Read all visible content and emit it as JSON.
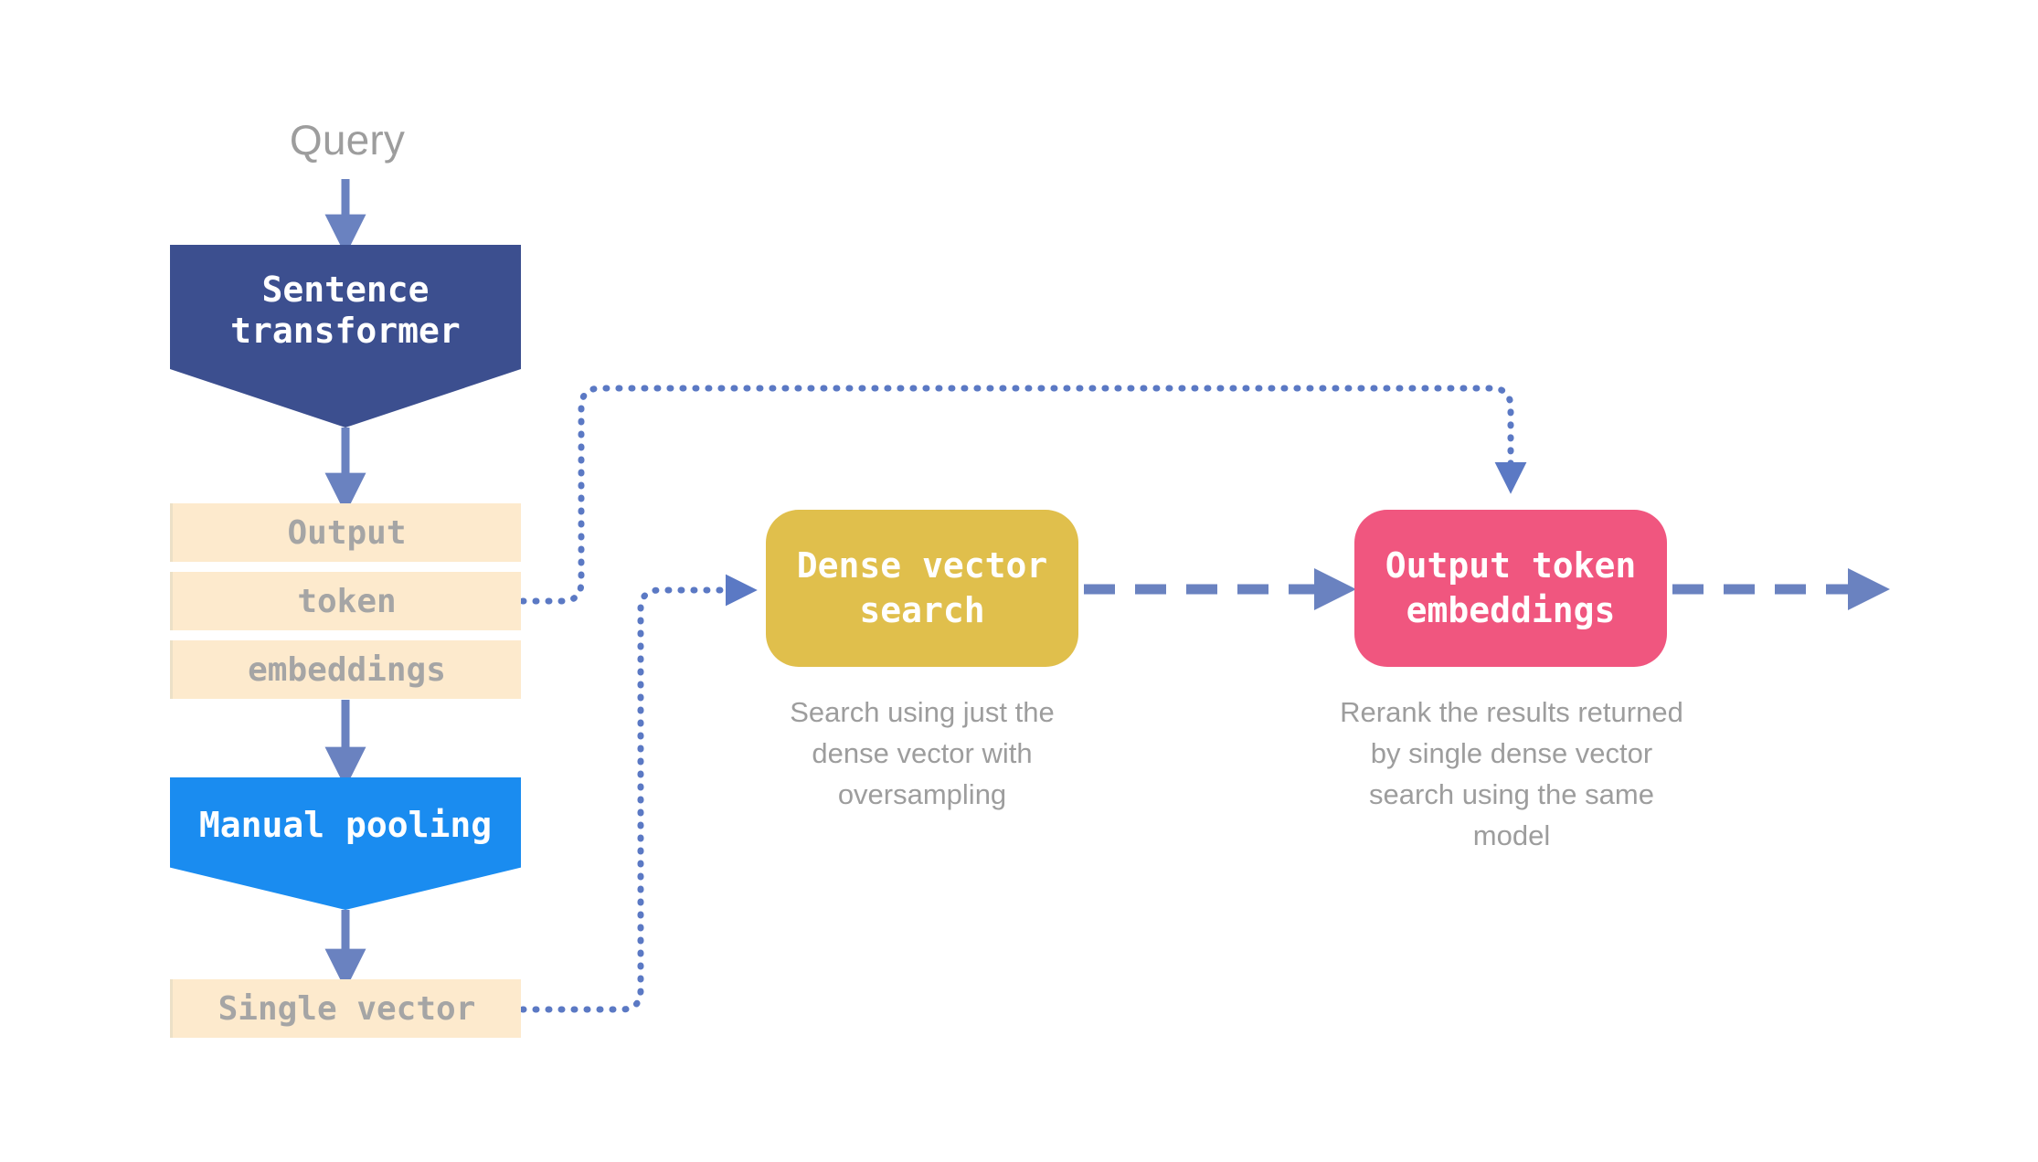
{
  "diagram": {
    "title_label": "Query",
    "nodes": {
      "sentence_transformer": {
        "label": "Sentence transformer",
        "shape": "chevron",
        "color": "#3c4f8f"
      },
      "output_token_bar_1": {
        "label": "Output",
        "shape": "bar",
        "color": "#fdeacd"
      },
      "output_token_bar_2": {
        "label": "token",
        "shape": "bar",
        "color": "#fdeacd"
      },
      "output_token_bar_3": {
        "label": "embeddings",
        "shape": "bar",
        "color": "#fdeacd"
      },
      "manual_pooling": {
        "label": "Manual pooling",
        "shape": "chevron",
        "color": "#1a8cf0"
      },
      "single_vector": {
        "label": "Single vector",
        "shape": "bar",
        "color": "#fdeacd"
      },
      "dense_vector_search": {
        "label": "Dense vector search",
        "shape": "rounded",
        "color": "#e0bf4c"
      },
      "output_token_embeddings": {
        "label": "Output token embeddings",
        "shape": "rounded",
        "color": "#f0567f"
      }
    },
    "captions": {
      "dense_vector_search": "Search using just the dense vector with oversampling",
      "output_token_embeddings": "Rerank the results returned by single dense vector search using the same model"
    },
    "colors": {
      "arrow": "#6a82c0",
      "dotted": "#5b79c4",
      "text_muted": "#9d9d9d",
      "bar_text": "#a5a5a5",
      "background": "#ffffff"
    },
    "edges": [
      {
        "from": "query",
        "to": "sentence_transformer",
        "style": "solid-arrow"
      },
      {
        "from": "sentence_transformer",
        "to": "output_token_bar_1",
        "style": "solid-arrow"
      },
      {
        "from": "output_token_bar_3",
        "to": "manual_pooling",
        "style": "solid-arrow"
      },
      {
        "from": "manual_pooling",
        "to": "single_vector",
        "style": "solid-arrow"
      },
      {
        "from": "output_token_bar_2",
        "to": "output_token_embeddings",
        "style": "dotted"
      },
      {
        "from": "single_vector",
        "to": "dense_vector_search",
        "style": "dotted"
      },
      {
        "from": "dense_vector_search",
        "to": "output_token_embeddings",
        "style": "dashed-arrow"
      },
      {
        "from": "output_token_embeddings",
        "to": "downstream",
        "style": "dashed-arrow"
      }
    ]
  }
}
